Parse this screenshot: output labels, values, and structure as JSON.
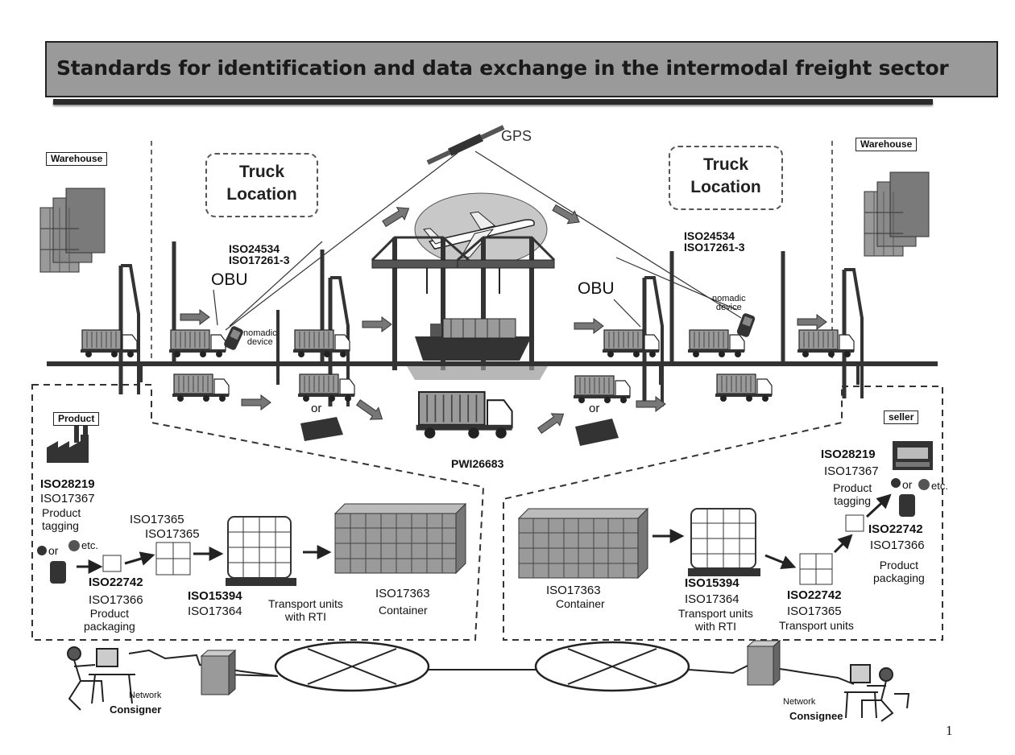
{
  "title": "Standards for identification and data exchange in the intermodal freight sector",
  "top_labels": {
    "warehouse_left": "Warehouse",
    "warehouse_right": "Warehouse",
    "gps": "GPS",
    "truck_location_left": [
      "Truck",
      "Location"
    ],
    "truck_location_right": [
      "Truck",
      "Location"
    ],
    "iso_left": [
      "ISO24534",
      "ISO17261-3"
    ],
    "iso_right": [
      "ISO24534",
      "ISO17261-3"
    ],
    "obu_left": "OBU",
    "obu_right": "OBU",
    "nomadic_left": [
      "nomadic",
      "device"
    ],
    "nomadic_right": [
      "nomadic",
      "device"
    ]
  },
  "middle": {
    "or_left": "or",
    "or_right": "or",
    "pwi": "PWI26683"
  },
  "left_panel": {
    "product_tag": "Product",
    "iso28219": "ISO28219",
    "iso17367": "ISO17367",
    "product_tagging": [
      "Product",
      "tagging"
    ],
    "or_word": "or",
    "etc": "etc.",
    "iso17365_a": "ISO17365",
    "iso17365_b": "ISO17365",
    "iso22742": "ISO22742",
    "iso17366": "ISO17366",
    "product_packaging": [
      "Product",
      "packaging"
    ],
    "iso15394": "ISO15394",
    "iso17364": "ISO17364",
    "transport_units_rti": [
      "Transport units",
      "with RTI"
    ],
    "iso17363": "ISO17363",
    "container": "Container"
  },
  "right_panel": {
    "seller_tag": "seller",
    "iso28219": "ISO28219",
    "iso17367": "ISO17367",
    "product_tagging": [
      "Product",
      "tagging"
    ],
    "or_word": "or",
    "etc": "etc.",
    "iso22742_top": "ISO22742",
    "iso17366": "ISO17366",
    "product_packaging": [
      "Product",
      "packaging"
    ],
    "iso17363": "ISO17363",
    "container": "Container",
    "iso15394": "ISO15394",
    "iso17364": "ISO17364",
    "transport_units_rti": [
      "Transport units",
      "with RTI"
    ],
    "iso22742_bottom": "ISO22742",
    "iso17365": "ISO17365",
    "transport_units": "Transport units"
  },
  "network": {
    "network_left": "Network",
    "consigner": "Consigner",
    "network_right": "Network",
    "consignee": "Consignee"
  },
  "page_number": "1",
  "colors": {
    "title_bar": "#9a9a9a",
    "container_fill": "#9a9a9a",
    "ground": "#333333"
  }
}
